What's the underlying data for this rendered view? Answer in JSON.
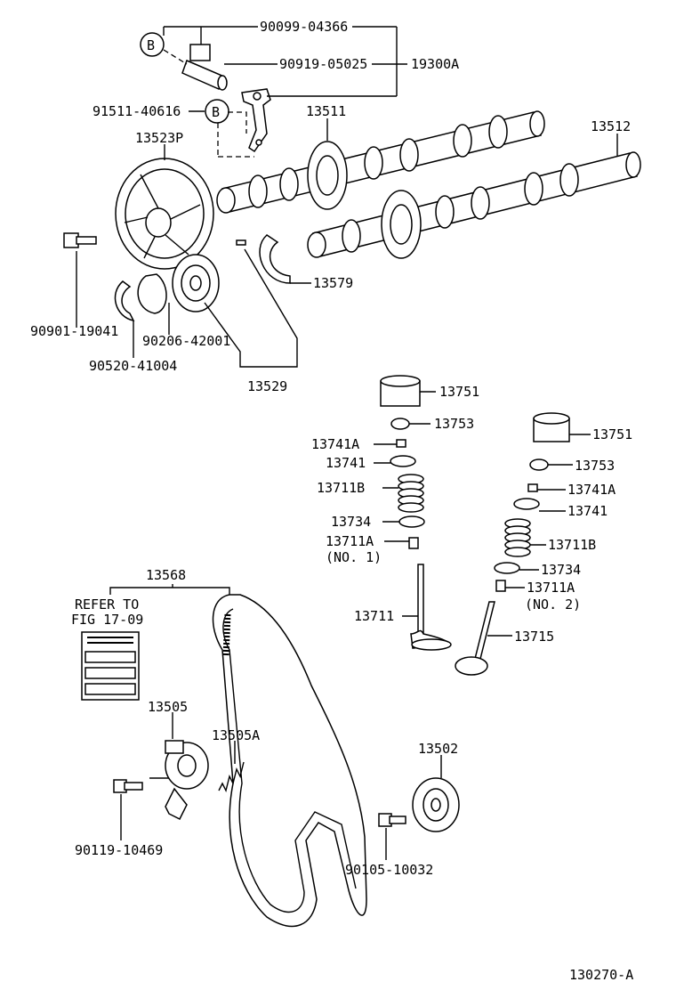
{
  "labels": {
    "p90099_04366": "90099-04366",
    "p90919_05025": "90919-05025",
    "p19300A": "19300A",
    "p91511_40616": "91511-40616",
    "p13511": "13511",
    "p13512": "13512",
    "p13523P": "13523P",
    "p13579": "13579",
    "p90901_19041": "90901-19041",
    "p90206_42001": "90206-42001",
    "p90520_41004": "90520-41004",
    "p13529": "13529",
    "p13751_a": "13751",
    "p13753_a": "13753",
    "p13741A_a": "13741A",
    "p13741_a": "13741",
    "p13711B_a": "13711B",
    "p13734_a": "13734",
    "p13711A_a": "13711A",
    "no1": "(NO. 1)",
    "p13711": "13711",
    "p13751_b": "13751",
    "p13753_b": "13753",
    "p13741A_b": "13741A",
    "p13741_b": "13741",
    "p13711B_b": "13711B",
    "p13734_b": "13734",
    "p13711A_b": "13711A",
    "no2": "(NO. 2)",
    "p13715": "13715",
    "p13568": "13568",
    "refer_line1": "REFER TO",
    "refer_line2": "FIG 17-09",
    "p13505": "13505",
    "p13505A": "13505A",
    "p13502": "13502",
    "p90119_10469": "90119-10469",
    "p90105_10032": "90105-10032",
    "figure_id": "130270-A",
    "callout_b": "B"
  },
  "icons": [
    "sensor-icon",
    "camshaft-icon",
    "sprocket-icon",
    "valve-icon",
    "spring-icon",
    "belt-icon",
    "tensioner-icon",
    "idler-pulley-icon",
    "bolt-icon"
  ]
}
